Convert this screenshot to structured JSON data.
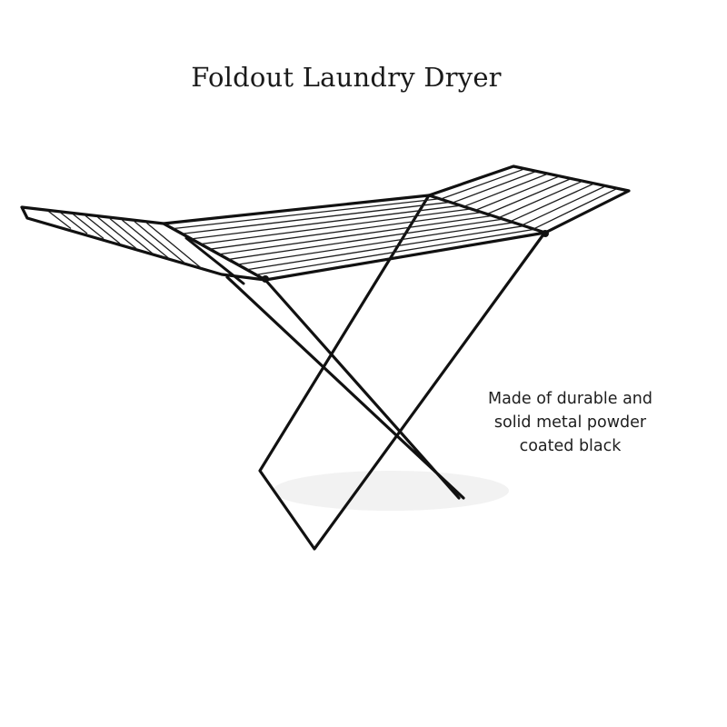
{
  "title": "Foldout Laundry Dryer",
  "description_lines": [
    "Made of durable and",
    "solid metal powder",
    "coated black"
  ],
  "product_image": {
    "icon": "laundry-dryer-rack-icon",
    "frame_color": "#111111",
    "rail_color": "#1c1c1c",
    "shadow_color": "#e9e9e9",
    "background": "#ffffff"
  }
}
